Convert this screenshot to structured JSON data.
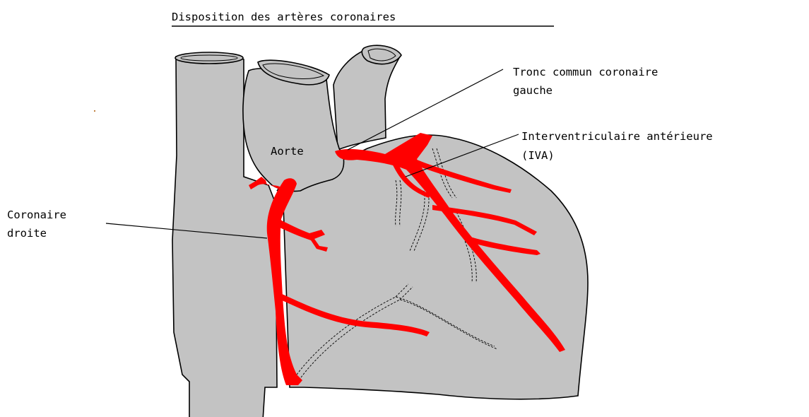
{
  "title": "Disposition des artères coronaires",
  "labels": {
    "aorte": "Aorte",
    "tronc_line1": "Tronc commun  coronaire",
    "tronc_line2": "gauche",
    "iva_line1": "Interventriculaire antérieure",
    "iva_line2": "(IVA)",
    "droite_line1": "Coronaire",
    "droite_line2": "droite"
  },
  "colors": {
    "heart": "#c3c3c3",
    "outline": "#000000",
    "artery": "#ff0000",
    "background": "#ffffff"
  }
}
